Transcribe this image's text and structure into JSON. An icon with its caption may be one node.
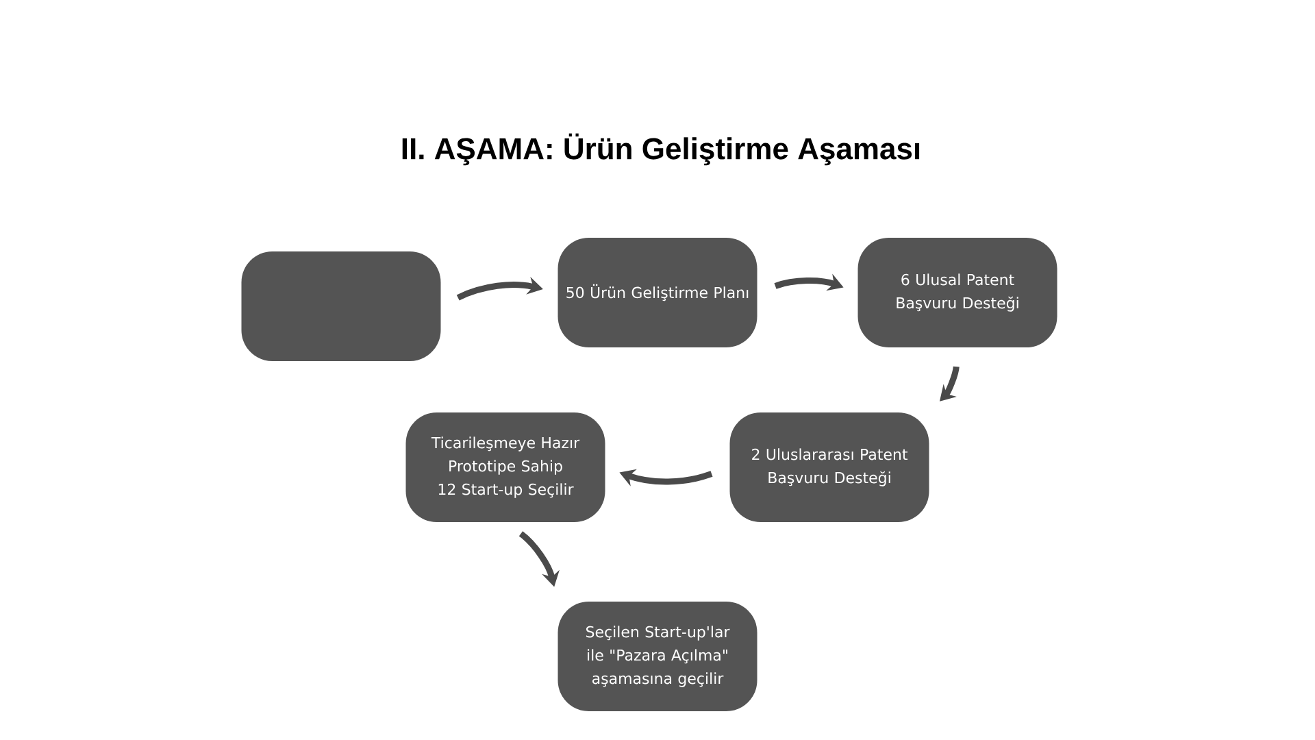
{
  "diagram": {
    "title": "II. AŞAMA: Ürün Geliştirme Aşaması",
    "nodes": [
      {
        "text": [],
        "shape": "box"
      },
      {
        "text": [
          "50 Ürün Geliştirme Planı"
        ]
      },
      {
        "text": [
          "6 Ulusal Patent Başvuru Desteği"
        ]
      },
      {
        "text": [
          "2 Uluslararası Patent Başvuru Desteği"
        ]
      },
      {
        "text": [
          "Ticarileşmeye Hazır Prototipe Sahip 12 Start-up Seçilir"
        ]
      },
      {
        "text": [
          "Seçilen Start-up'lar ile \"Pazara Açılma\" aşamasına geçilir"
        ]
      }
    ],
    "edges": [
      {
        "from": 0,
        "to": 1,
        "arrow": "to"
      },
      {
        "from": 1,
        "to": 2,
        "arrow": "to"
      },
      {
        "from": 2,
        "to": 3,
        "arrow": "to"
      },
      {
        "from": 3,
        "to": 4,
        "arrow": "to"
      },
      {
        "from": 4,
        "to": 5,
        "arrow": "to"
      }
    ]
  }
}
